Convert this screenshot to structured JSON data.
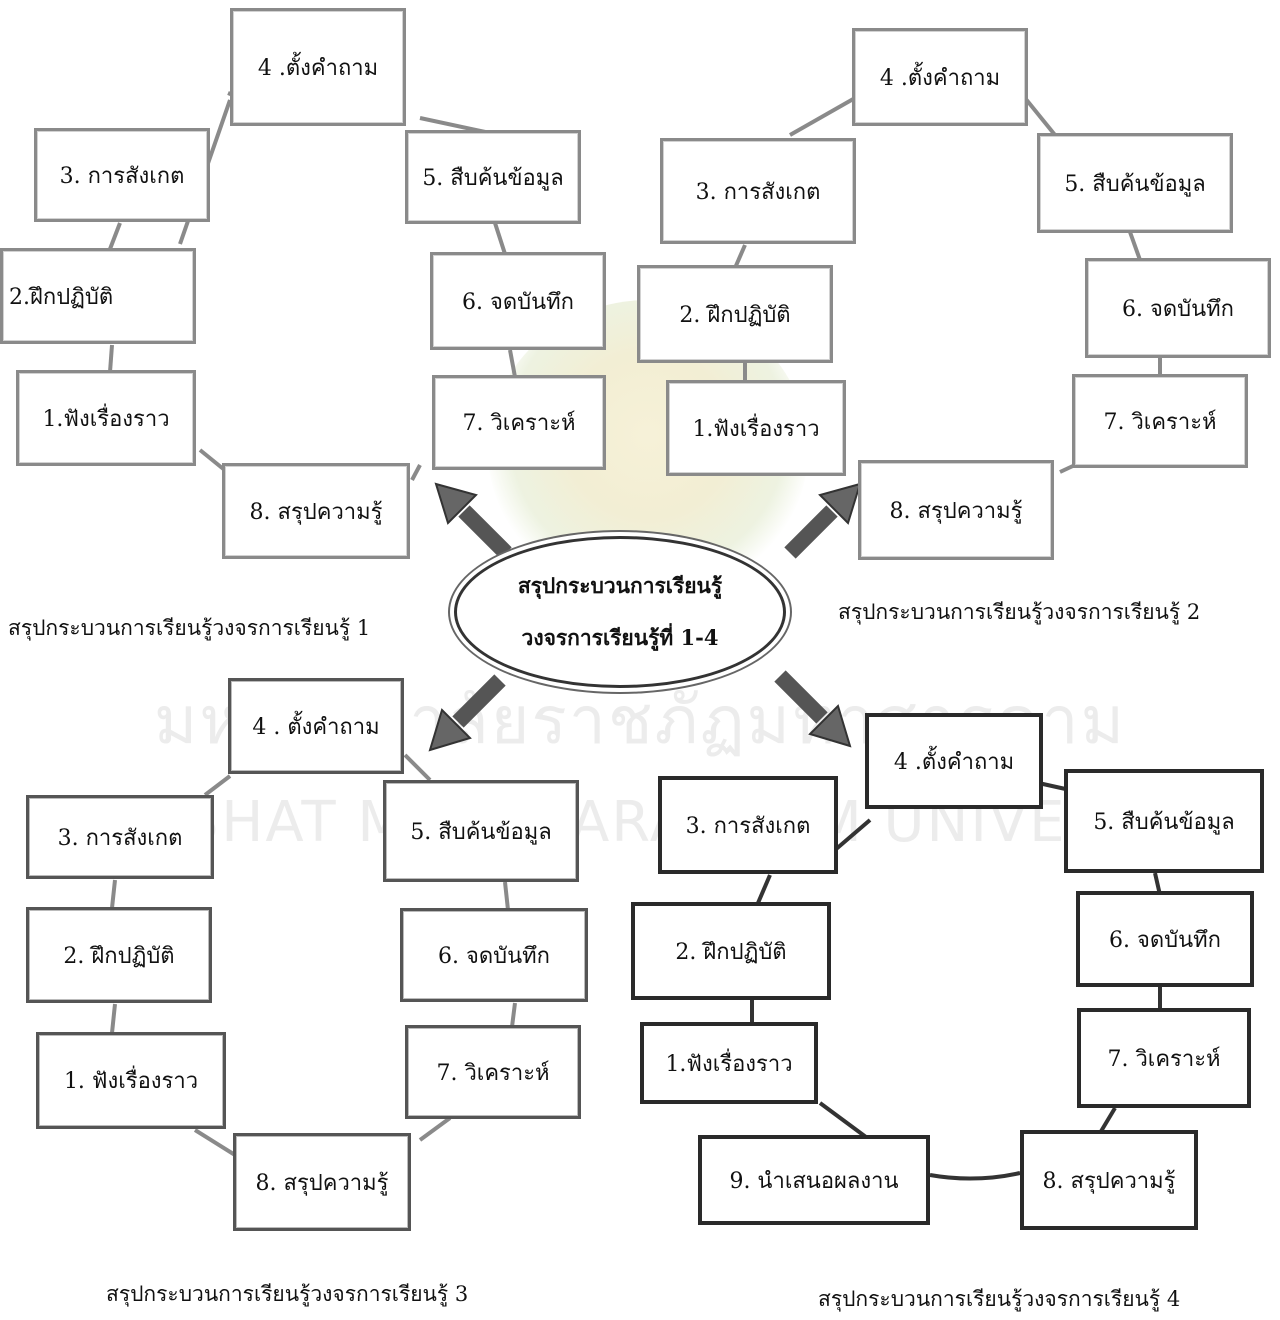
{
  "watermark": {
    "thai": "มหาวิทยาลัยราชภัฏมหาสารคาม",
    "english": "RAJABHAT MAHASARAKHAM UNIVERSITY"
  },
  "center": {
    "line1": "สรุปกระบวนการเรียนรู้",
    "line2": "วงจรการเรียนรู้ที่ 1-4"
  },
  "cycle1": {
    "caption": "สรุปกระบวนการเรียนรู้วงจรการเรียนรู้ 1",
    "steps": {
      "s1": "1.ฟังเรื่องราว",
      "s2": "2.ฝึกปฏิบัติ",
      "s3": "3. การสังเกต",
      "s4": "4 .ตั้งคำถาม",
      "s5": "5. สืบค้นข้อมูล",
      "s6": "6. จดบันทึก",
      "s7": "7. วิเคราะห์",
      "s8": "8. สรุปความรู้"
    }
  },
  "cycle2": {
    "caption": "สรุปกระบวนการเรียนรู้วงจรการเรียนรู้ 2",
    "steps": {
      "s1": "1.ฟังเรื่องราว",
      "s2": "2. ฝึกปฏิบัติ",
      "s3": "3. การสังเกต",
      "s4": "4 .ตั้งคำถาม",
      "s5": "5. สืบค้นข้อมูล",
      "s6": "6. จดบันทึก",
      "s7": "7. วิเคราะห์",
      "s8": "8. สรุปความรู้"
    }
  },
  "cycle3": {
    "caption": "สรุปกระบวนการเรียนรู้วงจรการเรียนรู้ 3",
    "steps": {
      "s1": "1. ฟังเรื่องราว",
      "s2": "2. ฝึกปฏิบัติ",
      "s3": "3. การสังเกต",
      "s4": "4 . ตั้งคำถาม",
      "s5": "5. สืบค้นข้อมูล",
      "s6": "6. จดบันทึก",
      "s7": "7. วิเคราะห์",
      "s8": "8. สรุปความรู้"
    }
  },
  "cycle4": {
    "caption": "สรุปกระบวนการเรียนรู้วงจรการเรียนรู้ 4",
    "steps": {
      "s1": "1.ฟังเรื่องราว",
      "s2": "2. ฝึกปฏิบัติ",
      "s3": "3. การสังเกต",
      "s4": "4 .ตั้งคำถาม",
      "s5": "5. สืบค้นข้อมูล",
      "s6": "6. จดบันทึก",
      "s7": "7. วิเคราะห์",
      "s8": "8. สรุปความรู้",
      "s9": "9.  นำเสนอผลงาน"
    }
  }
}
